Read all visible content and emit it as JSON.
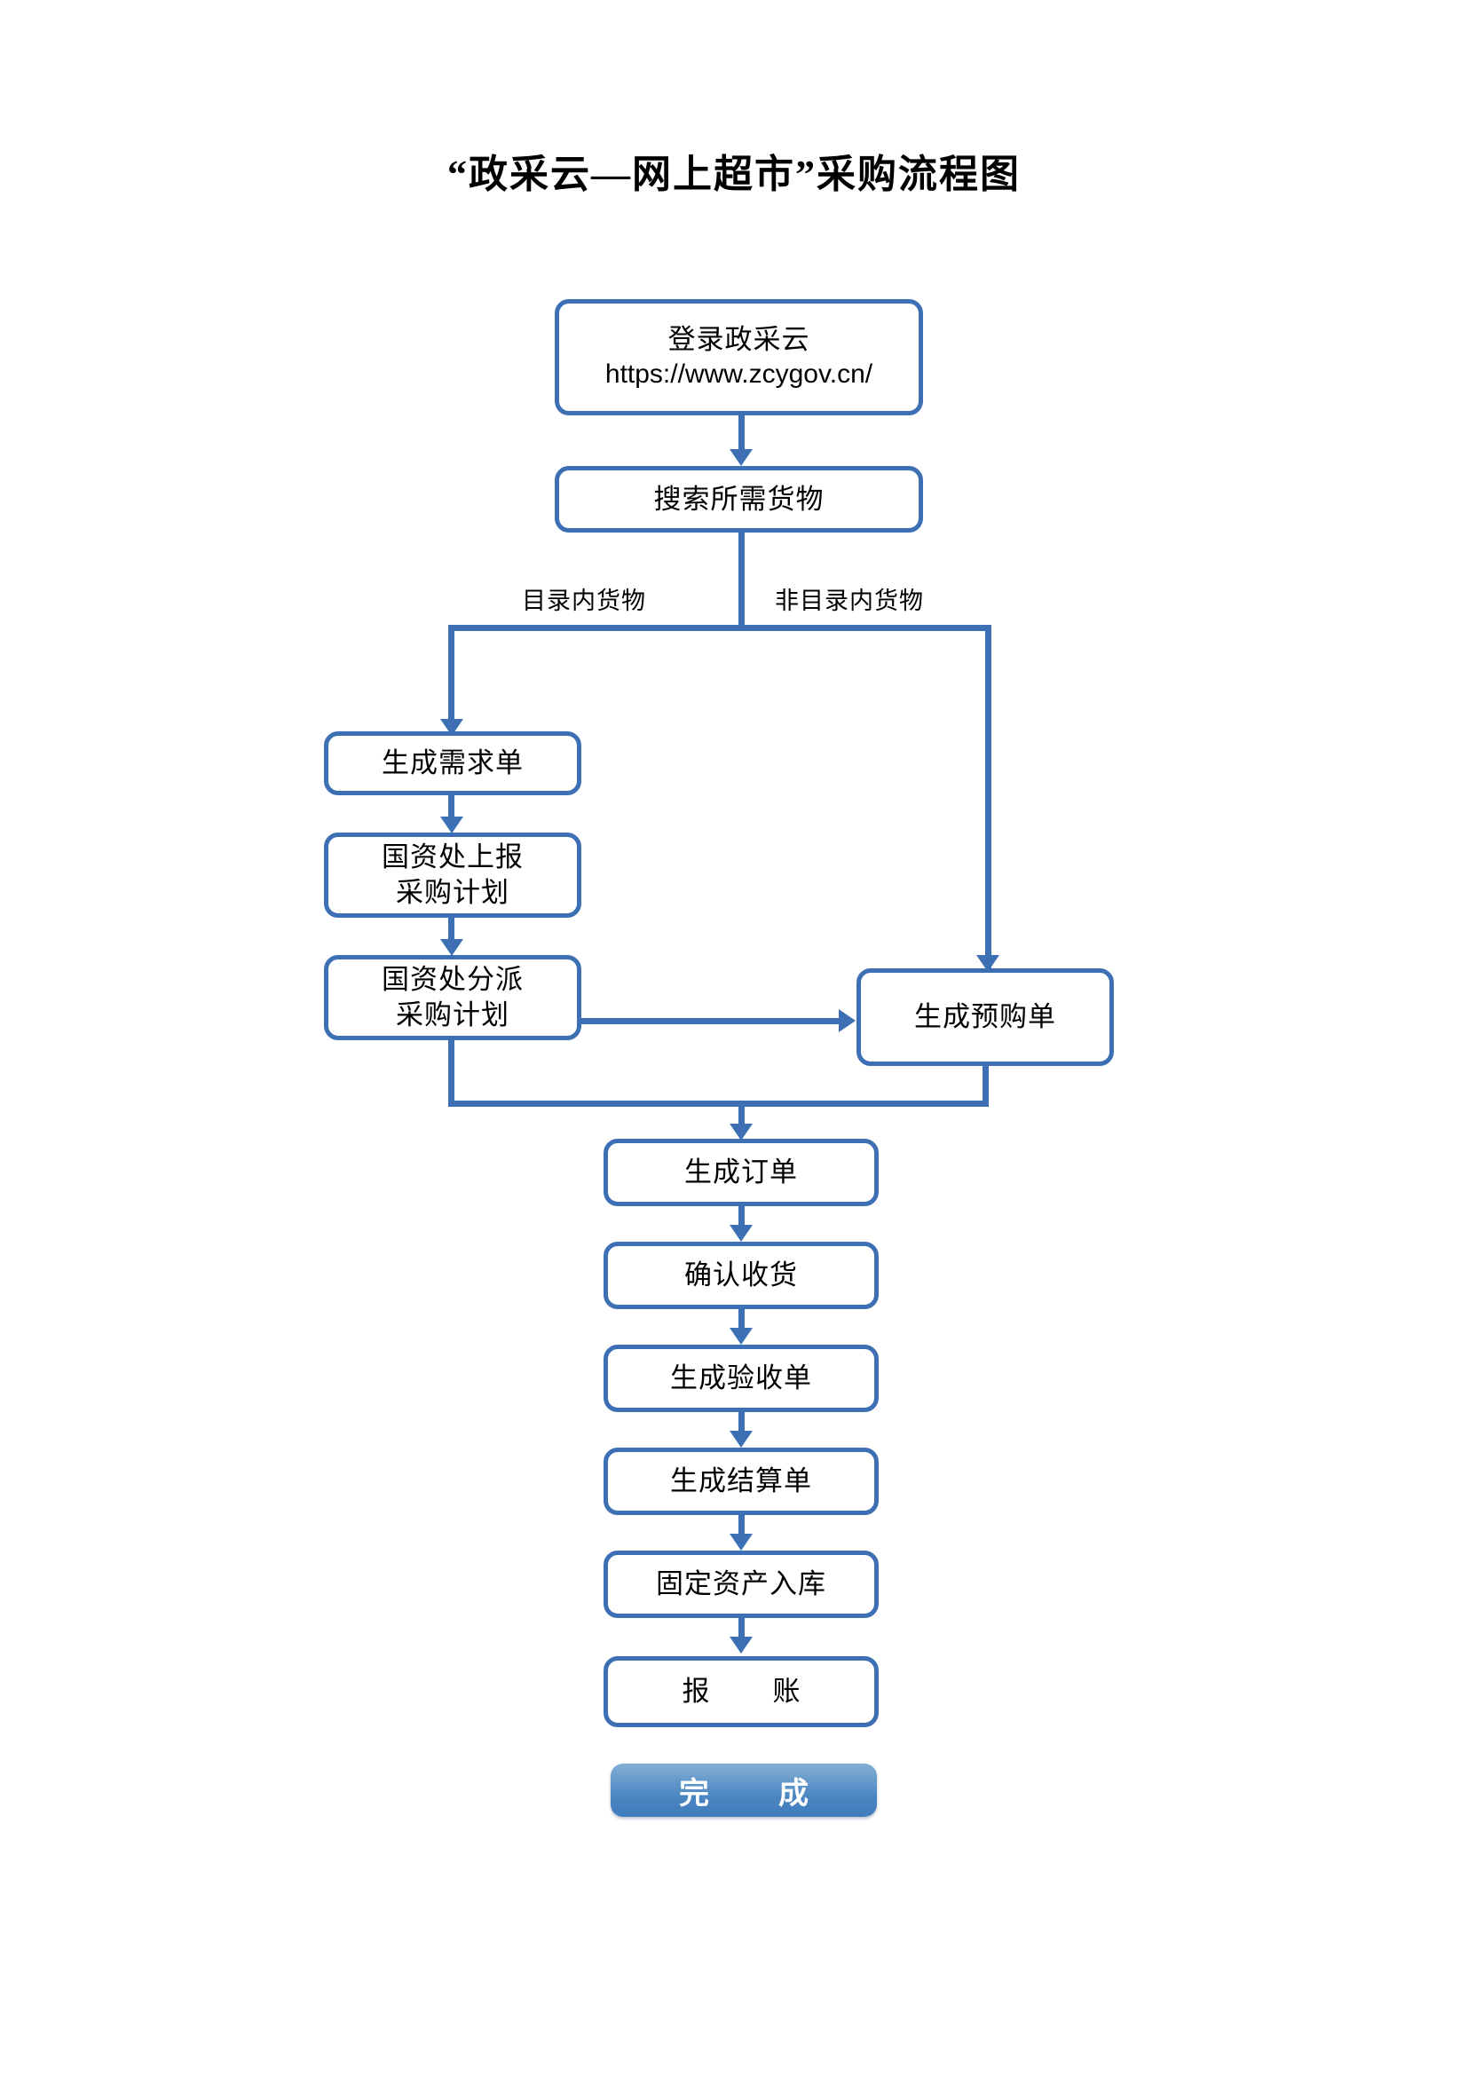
{
  "document": {
    "title": "“政采云—网上超市”采购流程图"
  },
  "theme": {
    "line_color": "#3C6FB4",
    "node_fill": "#FFFFFF",
    "node_text": "#000000",
    "finish_gradient_top": "#85AFD8",
    "finish_gradient_bottom": "#3F7CBC",
    "finish_text": "#FFFFFF",
    "page_background": "#FFFFFF"
  },
  "flowchart": {
    "type": "flowchart",
    "orientation": "top-to-bottom",
    "nodes": [
      {
        "id": "login",
        "label_lines": [
          "登录政采云",
          "https://www.zcygov.cn/"
        ],
        "shape": "rounded-rect",
        "column": "center"
      },
      {
        "id": "search",
        "label_lines": [
          "搜索所需货物"
        ],
        "shape": "rounded-rect",
        "column": "center"
      },
      {
        "id": "demand",
        "label_lines": [
          "生成需求单"
        ],
        "shape": "rounded-rect",
        "column": "left"
      },
      {
        "id": "report_plan",
        "label_lines": [
          "国资处上报",
          "采购计划"
        ],
        "shape": "rounded-rect",
        "column": "left"
      },
      {
        "id": "assign_plan",
        "label_lines": [
          "国资处分派",
          "采购计划"
        ],
        "shape": "rounded-rect",
        "column": "left"
      },
      {
        "id": "pre_order",
        "label_lines": [
          "生成预购单"
        ],
        "shape": "rounded-rect",
        "column": "right"
      },
      {
        "id": "order",
        "label_lines": [
          "生成订单"
        ],
        "shape": "rounded-rect",
        "column": "center"
      },
      {
        "id": "confirm",
        "label_lines": [
          "确认收货"
        ],
        "shape": "rounded-rect",
        "column": "center"
      },
      {
        "id": "acceptance",
        "label_lines": [
          "生成验收单"
        ],
        "shape": "rounded-rect",
        "column": "center"
      },
      {
        "id": "settlement",
        "label_lines": [
          "生成结算单"
        ],
        "shape": "rounded-rect",
        "column": "center"
      },
      {
        "id": "asset",
        "label_lines": [
          "固定资产入库"
        ],
        "shape": "rounded-rect",
        "column": "center"
      },
      {
        "id": "reimburse",
        "label_lines": [
          "报　账"
        ],
        "shape": "rounded-rect",
        "column": "center"
      },
      {
        "id": "finish",
        "label_lines": [
          "完　成"
        ],
        "shape": "button",
        "column": "center"
      }
    ],
    "edge_labels": [
      {
        "id": "in-catalog",
        "text": "目录内货物"
      },
      {
        "id": "not-in-catalog",
        "text": "非目录内货物"
      }
    ],
    "edges": [
      {
        "from": "login",
        "to": "search"
      },
      {
        "from": "search",
        "to": "demand",
        "label": "目录内货物"
      },
      {
        "from": "search",
        "to": "pre_order",
        "label": "非目录内货物"
      },
      {
        "from": "demand",
        "to": "report_plan"
      },
      {
        "from": "report_plan",
        "to": "assign_plan"
      },
      {
        "from": "assign_plan",
        "to": "pre_order"
      },
      {
        "from": "assign_plan",
        "to": "order"
      },
      {
        "from": "pre_order",
        "to": "order"
      },
      {
        "from": "order",
        "to": "confirm"
      },
      {
        "from": "confirm",
        "to": "acceptance"
      },
      {
        "from": "acceptance",
        "to": "settlement"
      },
      {
        "from": "settlement",
        "to": "asset"
      },
      {
        "from": "asset",
        "to": "reimburse"
      },
      {
        "from": "reimburse",
        "to": "finish"
      }
    ]
  }
}
